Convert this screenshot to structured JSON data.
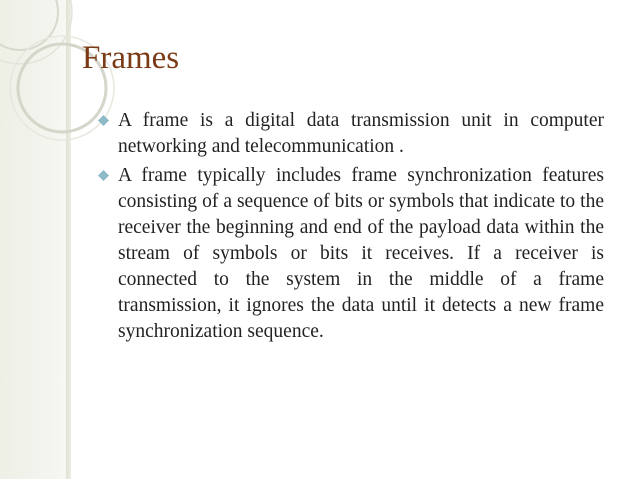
{
  "slide": {
    "title": "Frames",
    "bullets": [
      "A frame is a digital data transmission unit in computer networking and telecommunication .",
      "A frame typically includes frame synchronization features consisting of a sequence of bits or symbols that indicate to the receiver the beginning and end of the payload data within the stream of symbols or bits it receives. If a receiver is connected to the system in the middle of a frame transmission, it ignores the data until it detects a new frame synchronization sequence."
    ]
  },
  "colors": {
    "title": "#7b3a16",
    "bullet": "#8fb9c7",
    "text": "#222222",
    "band": "#eef0e6"
  },
  "icons": {
    "bullet": "diamond-bullet-icon"
  }
}
